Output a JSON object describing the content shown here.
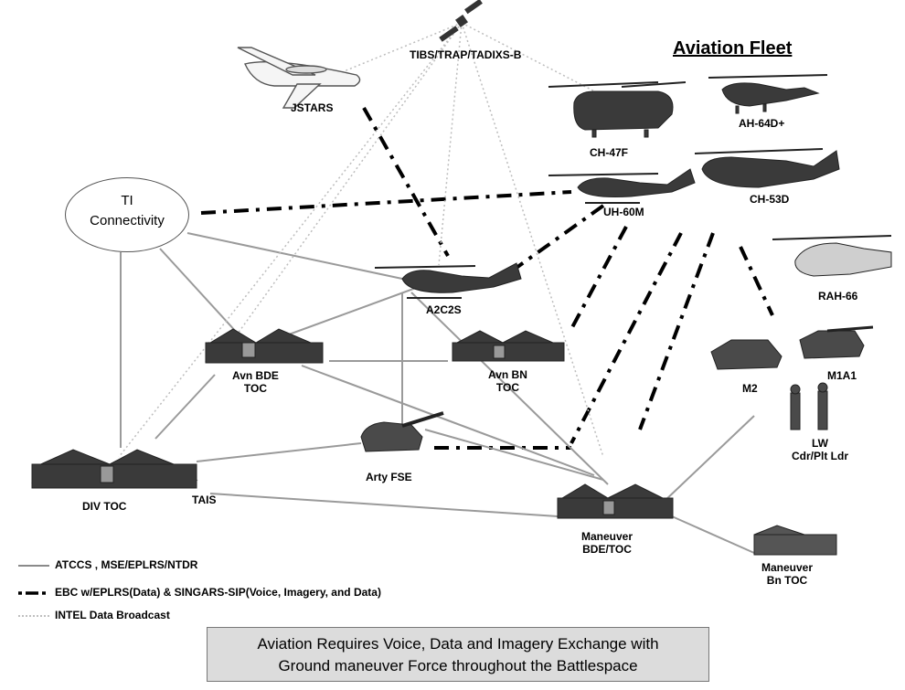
{
  "title": "Aviation Fleet",
  "ti": {
    "line1": "TI",
    "line2": "Connectivity"
  },
  "nodes": {
    "satellite": "TIBS/TRAP/TADIXS-B",
    "jstars": "JSTARS",
    "ch47": "CH-47F",
    "ah64": "AH-64D+",
    "uh60": "UH-60M",
    "ch53": "CH-53D",
    "rah66": "RAH-66",
    "a2c2s": "A2C2S",
    "avn_bde_1": "Avn BDE",
    "avn_bde_2": "TOC",
    "avn_bn_1": "Avn BN",
    "avn_bn_2": "TOC",
    "m2": "M2",
    "m1a1": "M1A1",
    "lw_1": "LW",
    "lw_2": "Cdr/Plt Ldr",
    "arty": "Arty FSE",
    "div": "DIV TOC",
    "tais": "TAIS",
    "man_bde_1": "Maneuver",
    "man_bde_2": "BDE/TOC",
    "man_bn_1": "Maneuver",
    "man_bn_2": "Bn TOC"
  },
  "legend": [
    {
      "style": "solid-gray",
      "text": "ATCCS , MSE/EPLRS/NTDR"
    },
    {
      "style": "dash-dot",
      "text": "EBC w/EPLRS(Data) & SINGARS-SIP(Voice, Imagery, and Data)"
    },
    {
      "style": "dotted",
      "text": "INTEL Data Broadcast"
    }
  ],
  "banner": {
    "line1": "Aviation Requires Voice, Data and Imagery Exchange with",
    "line2": "Ground maneuver Force throughout the Battlespace"
  },
  "colors": {
    "link_solid": "#9a9a9a",
    "link_dashdot": "#000000",
    "link_dotted": "#b8b8b8",
    "vehicle": "#3a3a3a"
  }
}
